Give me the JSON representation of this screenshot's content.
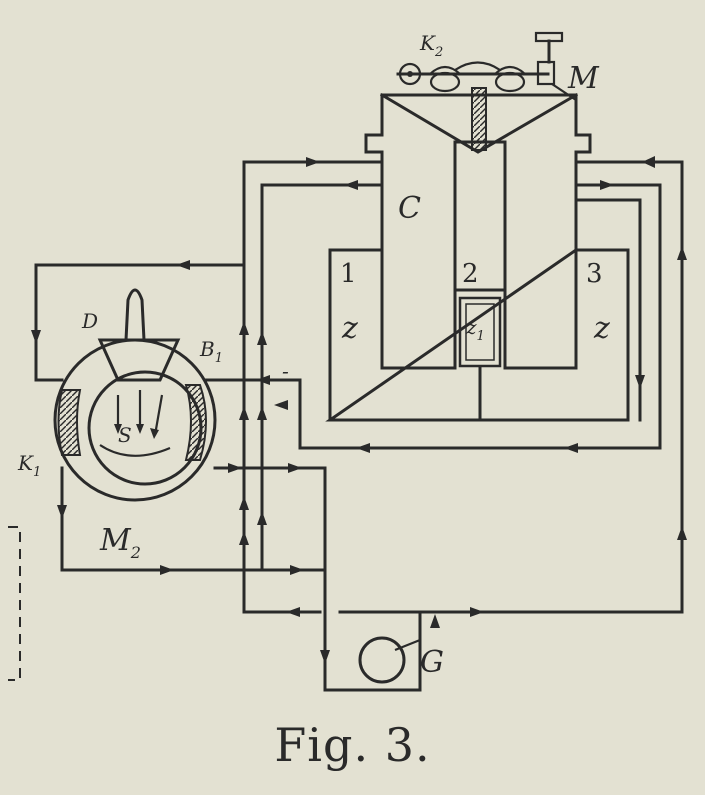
{
  "caption": "Fig. 3.",
  "labels": {
    "core_C": "C",
    "contact_M": "M",
    "contact_top": "K",
    "contact_top_sub": "2",
    "cell_1": "1",
    "cell_2": "2",
    "cell_3": "3",
    "coil_left": "z",
    "coil_center": "z",
    "coil_center_sub": "1",
    "coil_right": "z",
    "handle_D": "D",
    "brush_B": "B",
    "brush_B_sub": "1",
    "brush_K": "K",
    "brush_K_sub": "1",
    "minus": "-",
    "rotor_S": "S",
    "machine_M": "M",
    "machine_M_sub": "2",
    "generator_G": "G"
  }
}
